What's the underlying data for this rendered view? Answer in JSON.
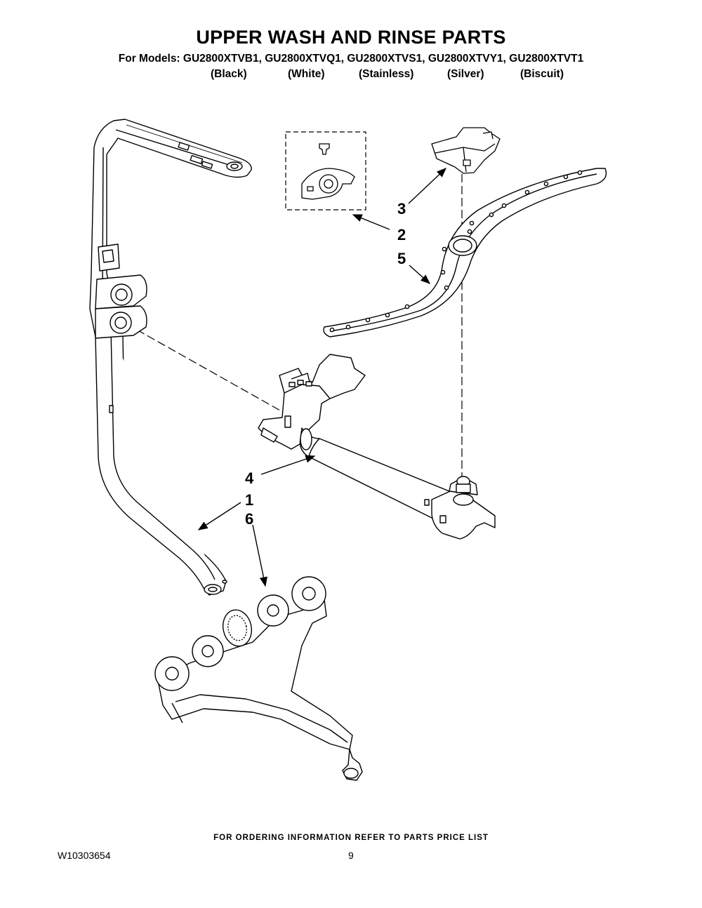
{
  "header": {
    "title": "UPPER WASH AND RINSE PARTS",
    "models_line": "For Models: GU2800XTVB1, GU2800XTVQ1, GU2800XTVS1, GU2800XTVY1, GU2800XTVT1",
    "colors": [
      "(Black)",
      "(White)",
      "(Stainless)",
      "(Silver)",
      "(Biscuit)"
    ]
  },
  "callouts": [
    "3",
    "2",
    "5",
    "4",
    "1",
    "6"
  ],
  "footer": {
    "note": "FOR ORDERING INFORMATION REFER TO PARTS PRICE LIST",
    "document_number": "W10303654",
    "page_number": "9"
  }
}
